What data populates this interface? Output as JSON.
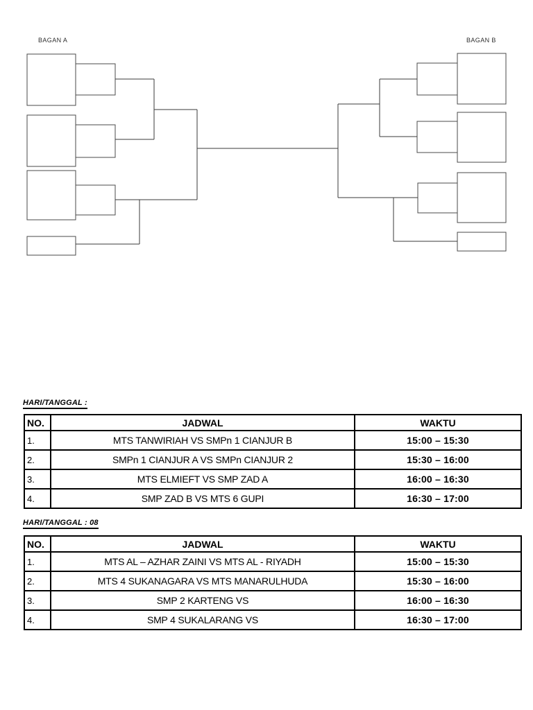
{
  "bracket": {
    "left_label": "BAGAN A",
    "right_label": "BAGAN B",
    "line_color": "#3a3a3a",
    "box_border_color": "#4a4a4a"
  },
  "schedule_sections": [
    {
      "heading": "HARI/TANGGAL  :",
      "columns": [
        "NO.",
        "JADWAL",
        "WAKTU"
      ],
      "rows": [
        [
          "1.",
          "MTS TANWIRIAH VS SMPn 1 CIANJUR B",
          "15:00 – 15:30"
        ],
        [
          "2.",
          "SMPn 1 CIANJUR A VS SMPn CIANJUR 2",
          "15:30 – 16:00"
        ],
        [
          "3.",
          "MTS ELMIEFT VS SMP ZAD A",
          "16:00 – 16:30"
        ],
        [
          "4.",
          "SMP ZAD B VS MTS 6 GUPI",
          "16:30 – 17:00"
        ]
      ]
    },
    {
      "heading": "HARI/TANGGAL  : 08",
      "columns": [
        "NO.",
        "JADWAL",
        "WAKTU"
      ],
      "rows": [
        [
          "1.",
          "MTS AL – AZHAR ZAINI VS MTS AL - RIYADH",
          "15:00 – 15:30"
        ],
        [
          "2.",
          "MTS 4 SUKANAGARA VS MTS MANARULHUDA",
          "15:30 – 16:00"
        ],
        [
          "3.",
          "SMP 2 KARTENG VS",
          "16:00 – 16:30"
        ],
        [
          "4.",
          "SMP 4 SUKALARANG VS",
          "16:30 – 17:00"
        ]
      ]
    }
  ]
}
